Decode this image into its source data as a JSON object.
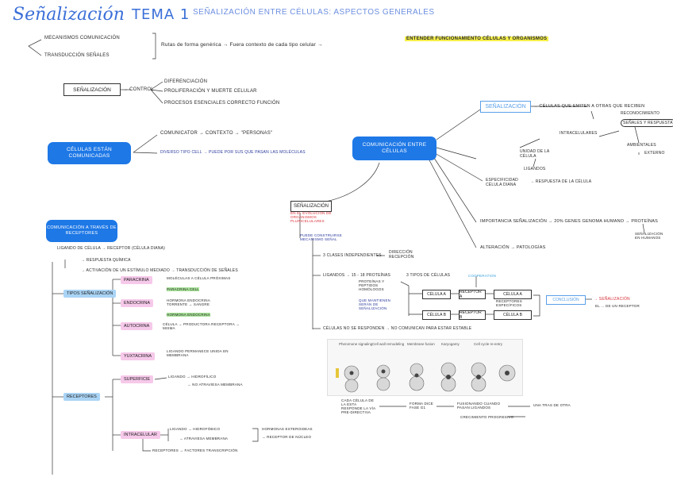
{
  "header": {
    "title": "Señalización",
    "tema": "TEMA 1",
    "subtitle": "SEÑALIZACIÓN ENTRE CÉLULAS: ASPECTOS GENERALES"
  },
  "intro": {
    "item1": "MECANISMOS COMUNICACIÓN",
    "item2": "TRANSDUCCIÓN SEÑALES",
    "rutas_text": "Rutas de forma genérica → Fuera contexto de cada tipo celular →",
    "highlight": "ENTENDER FUNCIONAMIENTO CÉLULAS Y ORGANISMOS"
  },
  "senalizacion_block": {
    "box": "SEÑALIZACIÓN",
    "control": "→ CONTROL",
    "b1": "DIFERENCIACIÓN",
    "b2": "PROLIFERACIÓN Y MUERTE CELULAR",
    "b3": "PROCESOS ESENCIALES CORRECTO FUNCIÓN"
  },
  "celulas_block": {
    "pill": "CÉLULAS ESTÁN COMUNICADAS",
    "b1": "COMUNICATOR → CONTEXTO → \"PERSONAS\"",
    "b2": "DIVERSO TIPO CELL → PUEDE POR SUS QUE PASAN LAS MOLÉCULAS"
  },
  "comm_center": {
    "pill": "COMUNICACIÓN ENTRE CÉLULAS"
  },
  "right_map": {
    "sen_box": "SEÑALIZACIÓN",
    "sen_desc": "→ CÉLULAS QUE EMITEN A OTRAS QUE RECIBEN",
    "r1": "RECONOCIMIENTO",
    "r2": "SEÑALES Y RESPUESTA",
    "intracelulares": "INTRACELULARES",
    "ambientales": "AMBIENTALES",
    "externo": "EXTERNO",
    "unidad": "UNIDAD DE LA CÉLULA",
    "ligandos": "LIGANDOS",
    "especificidad": "ESPECIFICIDAD CÉLULA DIANA",
    "especificidad_r": "→ RESPUESTA DE LA CÉLULA",
    "importancia": "IMPORTANCIA SEÑALIZACIÓN → 20% GENES GENOMA HUMANO → PROTEÍNAS",
    "importancia_r": "SEÑALIZACIÓN EN HUMANOS",
    "alteracion": "ALTERACIÓN → PATOLOGÍAS"
  },
  "mid_map": {
    "box": "SEÑALIZACIÓN",
    "red1": "EN EL EVOLUCIÓN DE ORGANISMOS PLURICELULARES",
    "navy1": "PUEDE CONSTRUIRSE MECANISMO SEÑAL",
    "l1": "3 CLASES INDEPENDIENTES",
    "l1r": "DIRECCIÓN RECEPCIÓN",
    "l2": "LIGANDOS → 15 - 18 PROTEÍNAS",
    "l2b": "PROTEÍNAS Y PEPTIDOS HOMÓLOGOS",
    "l2c": "QUE MANTIENEN SERÁN DE SEÑALIZACIÓN",
    "tipos": "3 TIPOS DE CÉLULAS",
    "cel_a": "CÉLULA A",
    "rec_a": "RECEPTOR A",
    "cel_b": "CÉLULA B",
    "rec_b": "RECEPTOR B",
    "cel_out1": "CÉLULA A",
    "cel_out2": "CÉLULA B",
    "receptores_mid": "RECEPTORES ESPECÍFICOS",
    "cooperation": "COOPERATION",
    "conclusion": "CONCLUSIÓN",
    "conclusion_r": "→ SEÑALIZACIÓN",
    "conclusion_r2": "EL ... DE UN RECEPTOR",
    "l3": "CÉLULAS NO SE RESPONDEN → NO COMUNICAN PARA ESTAR ESTABLE"
  },
  "diagram": {
    "labels": [
      "Pheromone signaling",
      "Cell wall remodeling",
      "Membrane fusion",
      "Karyogamy",
      "Cell cycle re-entry"
    ],
    "b1": "CADA CÉLULA DE LA ESTA RESPONDE LA VÍA PRE-DIRECTIVA",
    "b2": "FORMA DICE FASE G1",
    "b3": "FUSIONANDO CUANDO PASAN LIGANDOS",
    "b4": "CRECIMIENTO PROGRESIVO",
    "b5": "UNA TRAS DE OTRA"
  },
  "left_map": {
    "pill": "COMUNICACIÓN A TRAVÉS DE RECEPTORES",
    "l1": "LIGANDO DE CÉLULA → RECEPTOR (CÉLULA DIANA)",
    "l2": "→ RESPUESTA QUÍMICA",
    "l3": "→ ACTIVACIÓN DE UN ESTÍMULO MEDIADO → TRANSDUCCIÓN DE SEÑALES",
    "tipos": "TIPOS SEÑALIZACIÓN",
    "paracrina": "PARACRINA",
    "par_d": "MOLÉCULAS A CÉLULA PRÓXIMAS",
    "par_g": "PARACRINA CELL",
    "endocrina": "ENDOCRINA",
    "end_d": "HORMONA ENDOCRINA TORRENTE → SANGRE",
    "end_g": "HORMONA ENDOCRINA",
    "autocrina": "AUTOCRINA",
    "aut_d": "CÉLULA → PRODUCTORA RECEPTORA → MISMA",
    "yuxtacrina": "YUXTACRINA",
    "yux_d": "LIGANDO PERMANECE UNIDA EN MEMBRANA",
    "receptores": "RECEPTORES",
    "superficie": "SUPERFICIE",
    "sup_d": "LIGANDO → HIDROFÍLICO",
    "sup_d2": "→ NO ATRAVIESA MEMBRANA",
    "intracelular": "INTRACELULAR",
    "int_d": "LIGANDO → HIDROFÓBICO",
    "int_d2": "→ ATRAVIESA MEMBRANA",
    "int_r": "HORMONAS ESTEROIDEAS",
    "int_r2": "→ RECEPTOR DE NÚCLEO",
    "bottom": "RECEPTORES → FACTORES TRANSCRIPCIÓN"
  }
}
